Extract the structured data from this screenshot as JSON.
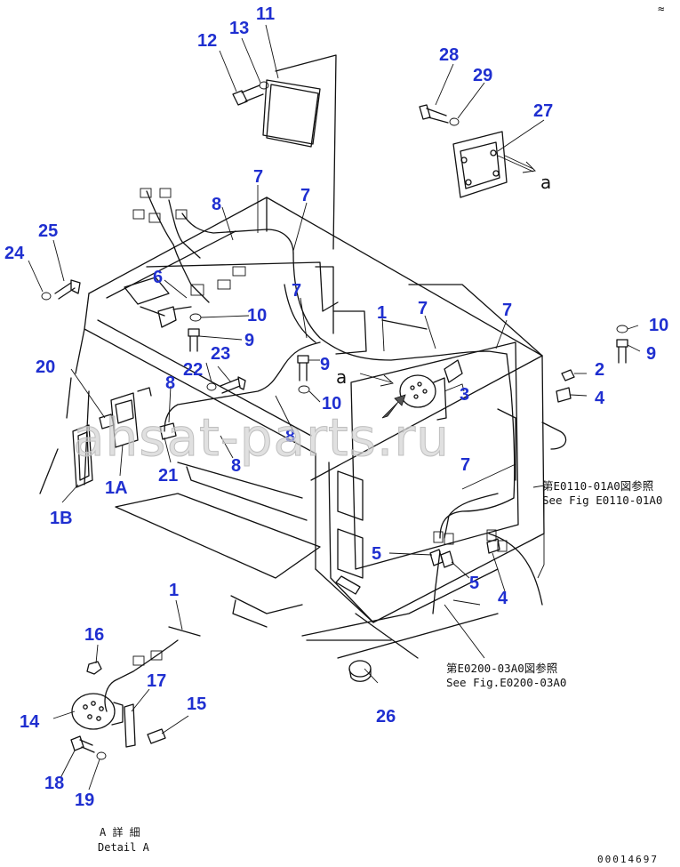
{
  "callouts": {
    "c1": "1",
    "c1b": "1",
    "c1A": "1A",
    "c1B": "1B",
    "c2": "2",
    "c3": "3",
    "c4a": "4",
    "c4b": "4",
    "c5a": "5",
    "c5b": "5",
    "c6": "6",
    "c7a": "7",
    "c7b": "7",
    "c7c": "7",
    "c7d": "7",
    "c7e": "7",
    "c7f": "7",
    "c8a": "8",
    "c8b": "8",
    "c8c": "8",
    "c8d": "8",
    "c9a": "9",
    "c9b": "9",
    "c9c": "9",
    "c10a": "10",
    "c10b": "10",
    "c10c": "10",
    "c11": "11",
    "c12": "12",
    "c13": "13",
    "c14": "14",
    "c15": "15",
    "c16": "16",
    "c17": "17",
    "c18": "18",
    "c19": "19",
    "c20": "20",
    "c21": "21",
    "c22": "22",
    "c23": "23",
    "c24": "24",
    "c25": "25",
    "c26": "26",
    "c27": "27",
    "c28": "28",
    "c29": "29"
  },
  "arrow_labels": {
    "a1": "a",
    "a2": "a"
  },
  "references": {
    "ref1_jp": "第E0110-01A0図参照",
    "ref1_en": "See Fig E0110-01A0",
    "ref2_jp": "第E0200-03A0図参照",
    "ref2_en": "See Fig.E0200-03A0"
  },
  "detail_label": {
    "jp": "A 詳 細",
    "en": "Detail A"
  },
  "drawing_number": "00014697",
  "watermark": "ahsat-parts.ru",
  "top_mark": "≈"
}
